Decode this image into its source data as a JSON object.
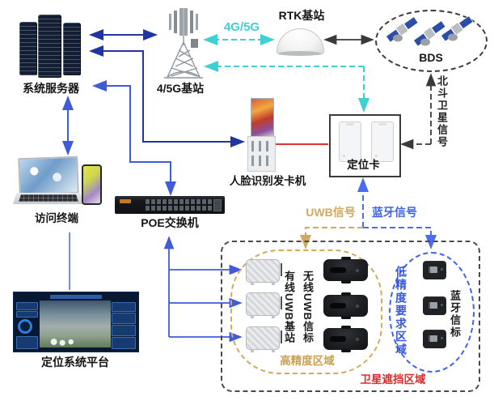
{
  "nodes": {
    "server": {
      "label": "系统服务器"
    },
    "base_station": {
      "label": "4/5G基站"
    },
    "rtk": {
      "label": "RTK基站"
    },
    "bds": {
      "label": "BDS"
    },
    "beidou_signal": {
      "label": "北斗卫星信号"
    },
    "positioning_card": {
      "label": "定位卡"
    },
    "kiosk": {
      "label": "人脸识别发卡机"
    },
    "terminal": {
      "label": "访问终端"
    },
    "poe": {
      "label": "POE交换机"
    },
    "platform": {
      "label": "定位系统平台"
    }
  },
  "signals": {
    "cellular": {
      "label": "4G/5G",
      "color": "#3fd0d4"
    },
    "uwb": {
      "label": "UWB信号",
      "color": "#d2a95e"
    },
    "bluetooth": {
      "label": "蓝牙信号",
      "color": "#3f63e8"
    }
  },
  "zones": {
    "satellite_shadow": {
      "label": "卫星遮挡区域",
      "color": "#e02a2a"
    },
    "high_precision": {
      "label": "高精度区域",
      "color": "#d2a95e",
      "wired_uwb_station_label": "有线UWB基站",
      "wireless_uwb_beacon_label": "无线UWB信标"
    },
    "low_precision": {
      "label": "低精度要求区域",
      "color": "#3f63e8",
      "bt_beacon_label": "蓝牙信标"
    }
  }
}
